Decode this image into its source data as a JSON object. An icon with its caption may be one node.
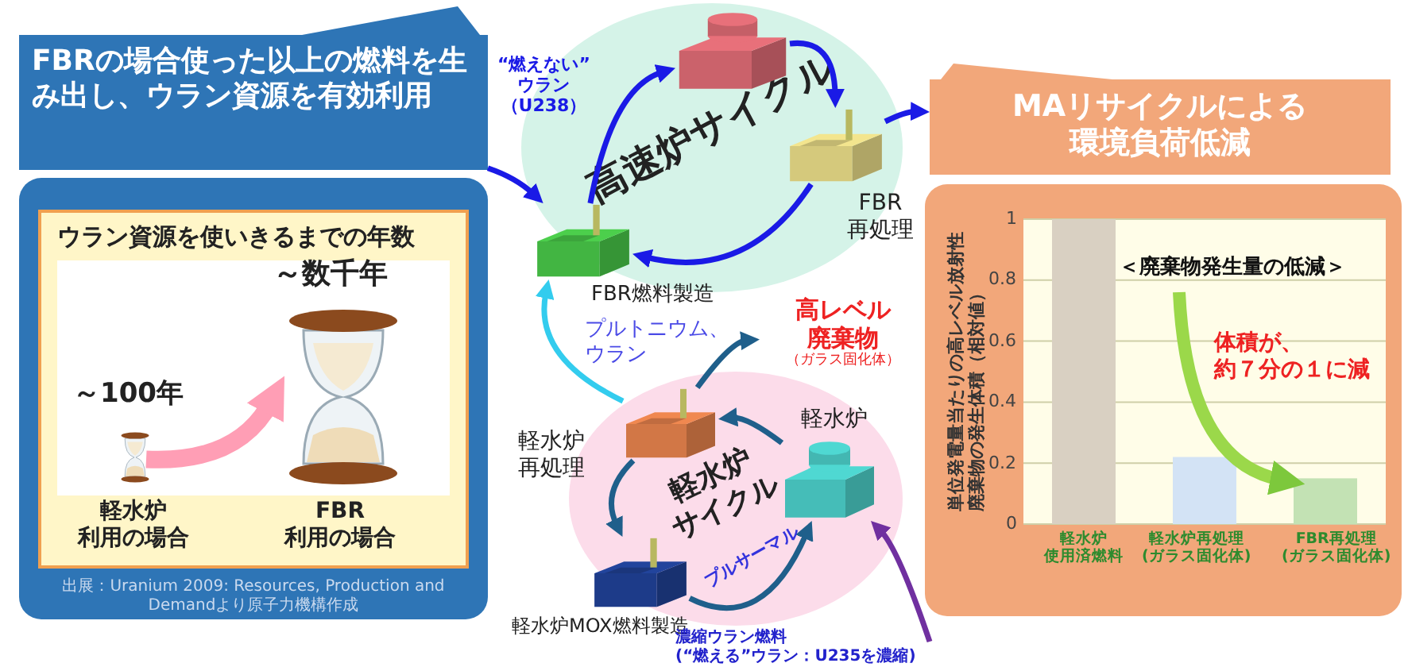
{
  "diagram": {
    "nodes": [
      {
        "text": [
          "FBRの場合使った以上の燃料を生み出し、ウラン資源を有効利用"
        ]
      },
      {
        "text": [
          "出展：Uranium 2009: Resources, Production and Demandより原子力機構作成"
        ]
      },
      {
        "text": [
          "ウラン資源を使いきるまでの年数"
        ],
        "in": 1
      },
      {
        "text": [],
        "shape": "picture",
        "in": 2,
        "beside": [
          "～100年",
          "軽水炉利用の場合"
        ]
      },
      {
        "text": [],
        "shape": "picture",
        "in": 2,
        "beside": [
          "～数千年",
          "FBR利用の場合"
        ]
      },
      {
        "text": [
          "高速炉サイクル"
        ]
      },
      {
        "text": [],
        "shape": "picture",
        "in": 5
      },
      {
        "text": [],
        "shape": "picture",
        "in": 5,
        "beside": [
          "FBR再処理"
        ]
      },
      {
        "text": [],
        "shape": "picture",
        "in": 5,
        "beside": [
          "FBR燃料製造"
        ]
      },
      {
        "text": [
          "軽水炉サイクル"
        ]
      },
      {
        "text": [],
        "shape": "picture",
        "in": 9,
        "beside": [
          "軽水炉再処理"
        ]
      },
      {
        "text": [],
        "shape": "picture",
        "in": 9,
        "beside": [
          "軽水炉"
        ]
      },
      {
        "text": [],
        "shape": "picture",
        "in": 9,
        "beside": [
          "軽水炉MOX燃料製造"
        ]
      },
      {
        "text": [
          "高レベル廃棄物",
          "（ガラス固化体）"
        ]
      },
      {
        "text": [
          "MAリサイクルによる環境負荷低減"
        ]
      },
      {
        "text": [],
        "shape": "box"
      }
    ],
    "edges": [
      {
        "from": 6,
        "to": 7,
        "arrow": "to"
      },
      {
        "from": 7,
        "to": 8,
        "arrow": "to"
      },
      {
        "from": 8,
        "to": 6,
        "arrow": "to",
        "label": "“燃えない”ウラン（U238）"
      },
      {
        "from": 0,
        "to": 8,
        "arrow": "to"
      },
      {
        "from": 7,
        "to": 14,
        "arrow": "to"
      },
      {
        "from": 11,
        "to": 10,
        "arrow": "to",
        "color": "#1f5f8b"
      },
      {
        "from": 10,
        "to": 12,
        "arrow": "to",
        "color": "#1f5f8b"
      },
      {
        "from": 12,
        "to": 11,
        "arrow": "to",
        "color": "#1f5f8b",
        "label": "プルサーマル"
      },
      {
        "from": 10,
        "to": 13,
        "arrow": "to",
        "color": "#1f5f8b"
      },
      {
        "from": 10,
        "to": 8,
        "arrow": "to",
        "color": "#33ccee",
        "label": "プルトニウム、ウラン"
      },
      {
        "from": null,
        "to": 11,
        "arrow": "to",
        "color": "#7030a0",
        "label": "濃縮ウラン燃料(“燃える”ウラン：U235を濃縮)"
      },
      {
        "from": 3,
        "to": 4,
        "arrow": "to",
        "color": "#ff9eb5",
        "style": "thick"
      }
    ],
    "chart_data": {
      "type": "bar",
      "ylabel": "単位発電量当たりの高レベル放射性廃棄物の発生体積（相対値）",
      "categories": [
        "軽水炉使用済燃料",
        "軽水炉再処理(ガラス固化体)",
        "FBR再処理(ガラス固化体)"
      ],
      "series": [
        {
          "color": "#d9d0c2",
          "values": [
            1,
            null,
            null
          ]
        },
        {
          "color": "#d3e3f5",
          "values": [
            null,
            0.22,
            null
          ]
        },
        {
          "color": "#c3e2b4",
          "values": [
            null,
            null,
            0.15
          ]
        }
      ],
      "stacked": true,
      "grid": true,
      "ylim": [
        0,
        1
      ],
      "yticks": [
        0,
        0.2,
        0.4,
        0.6,
        0.8,
        1
      ],
      "annotations": [
        "＜廃棄物発生量の低減＞",
        "体積が、約７分の１に減"
      ]
    }
  }
}
